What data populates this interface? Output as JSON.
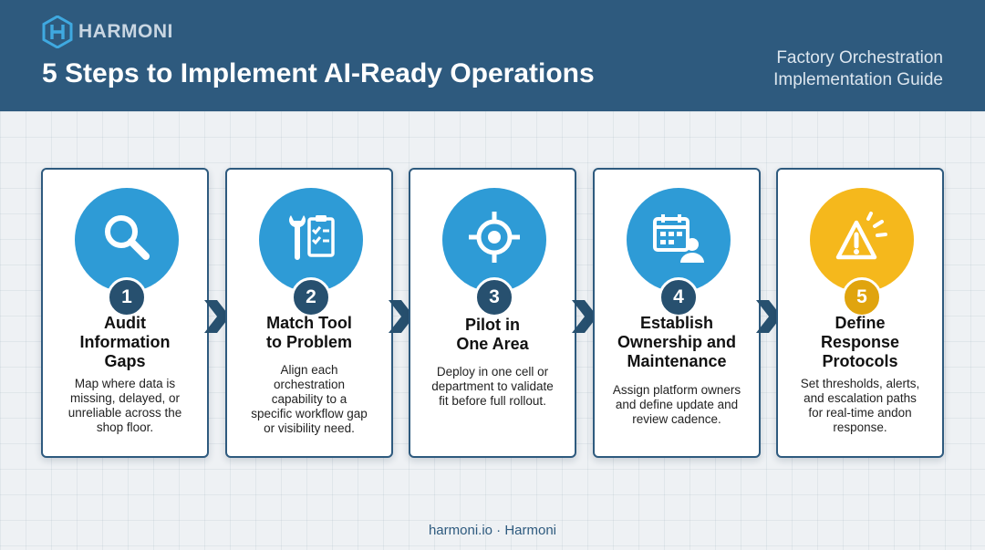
{
  "header": {
    "brand": "HARMONI",
    "title": "5 Steps to Implement AI-Ready Operations",
    "subtitle_line1": "Factory Orchestration",
    "subtitle_line2": "Implementation Guide"
  },
  "steps": [
    {
      "number": "1",
      "icon": "magnifier-icon",
      "title_lines": [
        "Audit",
        "Information",
        "Gaps"
      ],
      "desc_lines": [
        "Map where data is",
        "missing, delayed, or",
        "unreliable across the",
        "shop floor."
      ],
      "color": "#2e9bd6"
    },
    {
      "number": "2",
      "icon": "wrench-checklist-icon",
      "title_lines": [
        "Match Tool",
        "to Problem"
      ],
      "desc_lines": [
        "Align each",
        "orchestration",
        "capability to a",
        "specific workflow gap",
        "or visibility need."
      ],
      "color": "#2e9bd6"
    },
    {
      "number": "3",
      "icon": "target-crosshair-icon",
      "title_lines": [
        "Pilot in",
        "One Area"
      ],
      "desc_lines": [
        "Deploy in one cell or",
        "department to validate",
        "fit before full rollout."
      ],
      "color": "#2e9bd6"
    },
    {
      "number": "4",
      "icon": "calendar-person-icon",
      "title_lines": [
        "Establish",
        "Ownership and",
        "Maintenance"
      ],
      "desc_lines": [
        "Assign platform owners",
        "and define update and",
        "review cadence."
      ],
      "color": "#2e9bd6"
    },
    {
      "number": "5",
      "icon": "alert-warning-icon",
      "title_lines": [
        "Define",
        "Response",
        "Protocols"
      ],
      "desc_lines": [
        "Set thresholds, alerts,",
        "and escalation paths",
        "for real-time andon",
        "response."
      ],
      "color": "#f5b81c"
    }
  ],
  "footer": {
    "text": "harmoni.io · Harmoni"
  }
}
